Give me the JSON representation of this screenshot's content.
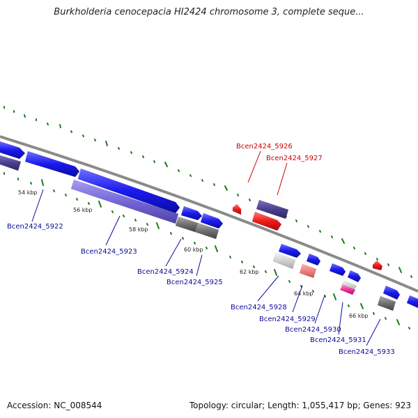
{
  "title": "Burkholderia cenocepacia HI2424 chromosome 3, complete seque...",
  "footer": {
    "accession": "Accession: NC_008544",
    "topology": "Topology: circular; Length: 1,055,417 bp; Genes: 923"
  },
  "colors": {
    "backbone": "#8a8a8a",
    "tick": "#1e7a1e",
    "forward_gene": "#1a1aee",
    "reverse_gene": "#ee1a1a",
    "rna_label": "#cc0000",
    "gene_label": "#0b0b99",
    "pseudo_gene": "#6f63d8",
    "grey_gene": "#707070",
    "pink_gene": "#ee4499",
    "salmon_gene": "#f08080",
    "light_gene": "#d8d8d8",
    "dark_purple": "#4a3f8f"
  },
  "scale_labels": [
    "54 kbp",
    "56 kbp",
    "58 kbp",
    "60 kbp",
    "62 kbp",
    "64 kbp",
    "66 kbp"
  ],
  "gene_labels": {
    "g5922": "Bcen2424_5922",
    "g5923": "Bcen2424_5923",
    "g5924": "Bcen2424_5924",
    "g5925": "Bcen2424_5925",
    "g5926": "Bcen2424_5926",
    "g5927": "Bcen2424_5927",
    "g5928": "Bcen2424_5928",
    "g5929": "Bcen2424_5929",
    "g5930": "Bcen2424_5930",
    "g5931": "Bcen2424_5931",
    "g5933": "Bcen2424_5933"
  }
}
